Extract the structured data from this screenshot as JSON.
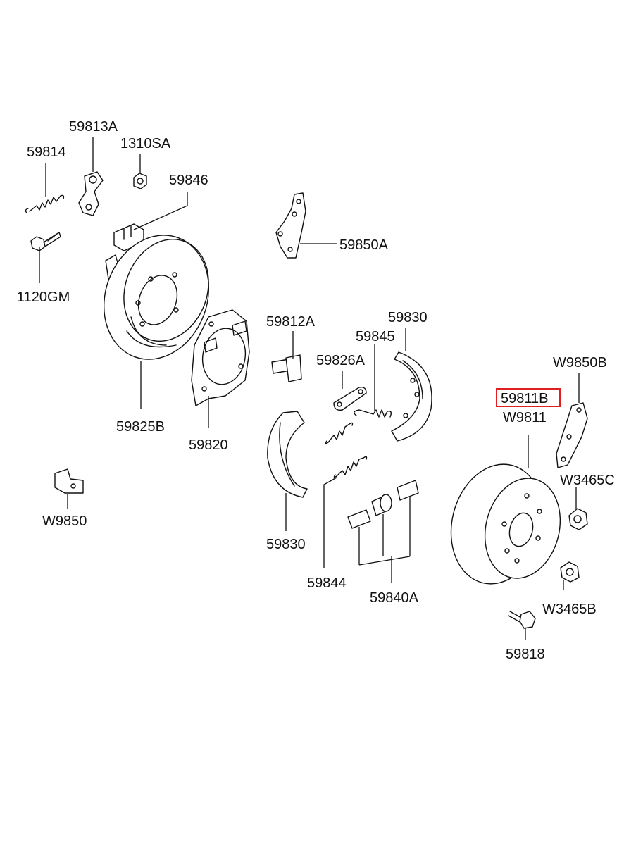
{
  "labels": {
    "p59813A": "59813A",
    "p1310SA": "1310SA",
    "p59814": "59814",
    "p59846": "59846",
    "p59850A": "59850A",
    "p1120GM": "1120GM",
    "p59812A": "59812A",
    "p59830_top": "59830",
    "p59845": "59845",
    "p59826A": "59826A",
    "p59825B": "59825B",
    "p59820": "59820",
    "pW9850B": "W9850B",
    "p59811B": "59811B",
    "pW9811": "W9811",
    "pW3465C": "W3465C",
    "pW9850": "W9850",
    "p59830_bottom": "59830",
    "p59844": "59844",
    "p59840A": "59840A",
    "pW3465B": "W3465B",
    "p59818": "59818"
  },
  "highlight": {
    "part": "59811B",
    "color": "#e02020"
  }
}
